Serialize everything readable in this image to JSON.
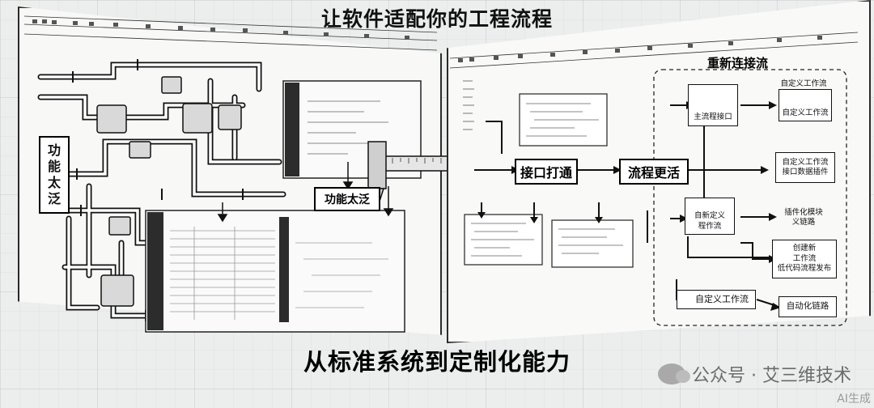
{
  "title": "让软件适配你的工程流程",
  "subtitle": "从标准系统到定制化能力",
  "left_panel": {
    "vertical_label": "功能太泛",
    "box_label": "功能太泛"
  },
  "right_panel": {
    "section_title": "重新连接流",
    "main_flow": {
      "step1": "接口打通",
      "step2": "流程更活"
    },
    "nodes": {
      "top_center": "主流程接口",
      "top_right": "自定义工作流",
      "top_right_card": "自定义工作流",
      "mid_right_line1": "自定义工作流",
      "mid_right_line2": "接口数据插件",
      "mid_center_line1": "自新定义",
      "mid_center_line2": "程作流",
      "mid2_right_line1": "插件化模块",
      "mid2_right_line2": "义链路",
      "low_right_line1": "创建新",
      "low_right_line2": "工作流",
      "low_right_line3": "低代码流程发布",
      "bottom_left": "自定义工作流",
      "bottom_right": "自动化链路"
    }
  },
  "watermark": {
    "text": "公众号 · 艾三维技术",
    "mark": "AI生成"
  }
}
